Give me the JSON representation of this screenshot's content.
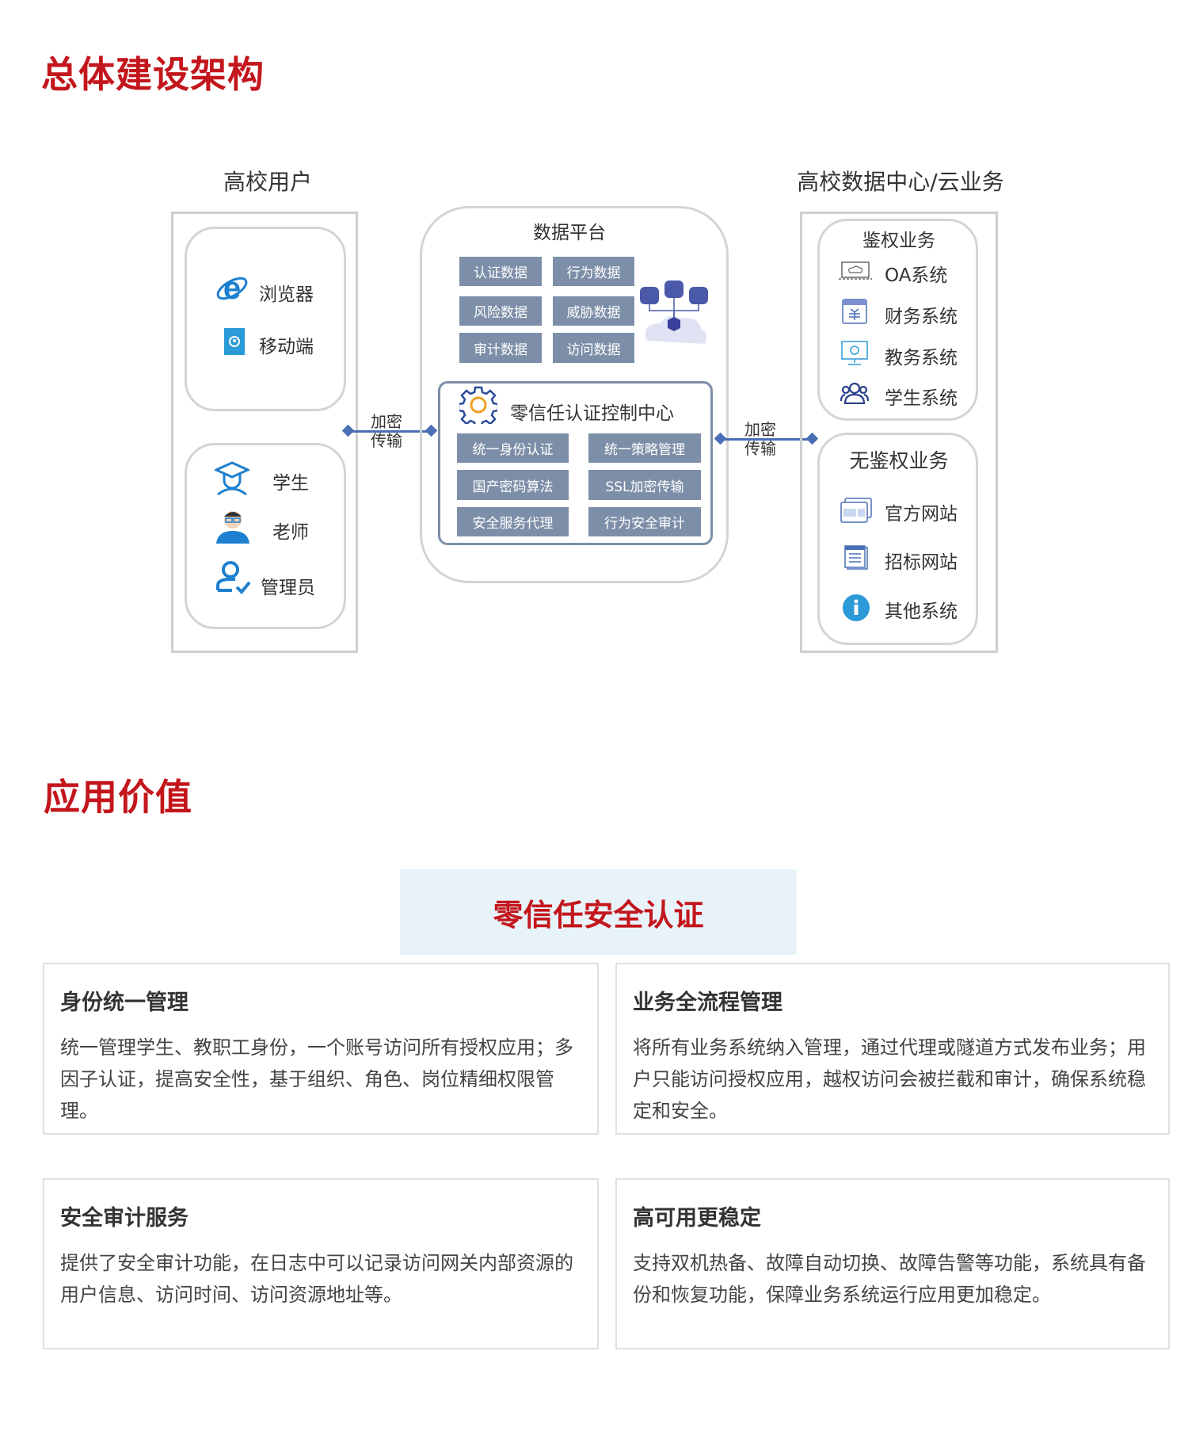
{
  "section1_title": "总体建设架构",
  "left": {
    "header": "高校用户",
    "access": [
      "浏览器",
      "移动端"
    ],
    "roles": [
      "学生",
      "老师",
      "管理员"
    ]
  },
  "center": {
    "platform_title": "数据平台",
    "data_items": [
      "认证数据",
      "行为数据",
      "风险数据",
      "威胁数据",
      "审计数据",
      "访问数据"
    ],
    "control_title": "零信任认证控制中心",
    "control_items": [
      "统一身份认证",
      "统一策略管理",
      "国产密码算法",
      "SSL加密传输",
      "安全服务代理",
      "行为安全审计"
    ]
  },
  "connector_left": [
    "加密",
    "传输"
  ],
  "connector_right": [
    "加密",
    "传输"
  ],
  "right": {
    "header": "高校数据中心/云业务",
    "auth_title": "鉴权业务",
    "auth_items": [
      "OA系统",
      "财务系统",
      "教务系统",
      "学生系统"
    ],
    "noauth_title": "无鉴权业务",
    "noauth_items": [
      "官方网站",
      "招标网站",
      "其他系统"
    ]
  },
  "section2_title": "应用价值",
  "banner": "零信任安全认证",
  "cards": [
    {
      "title": "身份统一管理",
      "text": "统一管理学生、教职工身份，一个账号访问所有授权应用；多因子认证，提高安全性，基于组织、角色、岗位精细权限管理。"
    },
    {
      "title": "业务全流程管理",
      "text": "将所有业务系统纳入管理，通过代理或隧道方式发布业务；用户只能访问授权应用，越权访问会被拦截和审计，确保系统稳定和安全。"
    },
    {
      "title": "安全审计服务",
      "text": "提供了安全审计功能，在日志中可以记录访问网关内部资源的用户信息、访问时间、访问资源地址等。"
    },
    {
      "title": "高可用更稳定",
      "text": "支持双机热备、故障自动切换、故障告警等功能，系统具有备份和恢复功能，保障业务系统运行应用更加稳定。"
    }
  ],
  "colors": {
    "accent": "#c3161c",
    "tile": "#7d8fa8",
    "connector": "#4a6fb5",
    "banner_bg": "#e8f3f9"
  }
}
